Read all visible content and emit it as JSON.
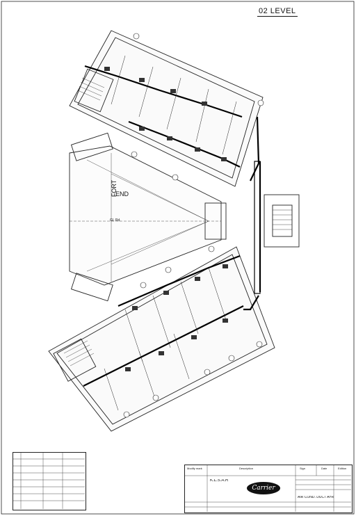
{
  "level_title": "02  LEVEL",
  "plan_labels": {
    "fort": "FORT",
    "end": "END",
    "gl": "GL Rd."
  },
  "title_block": {
    "col_modify": "Modify mark",
    "col_description": "Description",
    "col_sign": "Sign",
    "col_date": "Date",
    "col_edition": "Edition",
    "company": "K.L.S.A.R",
    "drawing_name": "AIR COND. DUCT AYR",
    "logo": "Carrier"
  }
}
